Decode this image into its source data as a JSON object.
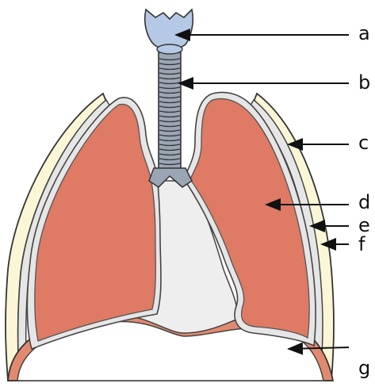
{
  "labels": {
    "a": "a",
    "b": "b",
    "c": "c",
    "d": "d",
    "e": "e",
    "f": "f",
    "g": "g"
  },
  "colors": {
    "lung": "#df7a65",
    "pleura_outline": "#555555",
    "membrane": "#e6e6e6",
    "rib_wall": "#fbf6d6",
    "mediastinum": "#eeeeee",
    "larynx": "#b5c9e6",
    "trachea": "#9aa6b4",
    "diaphragm": "#e28a70"
  }
}
